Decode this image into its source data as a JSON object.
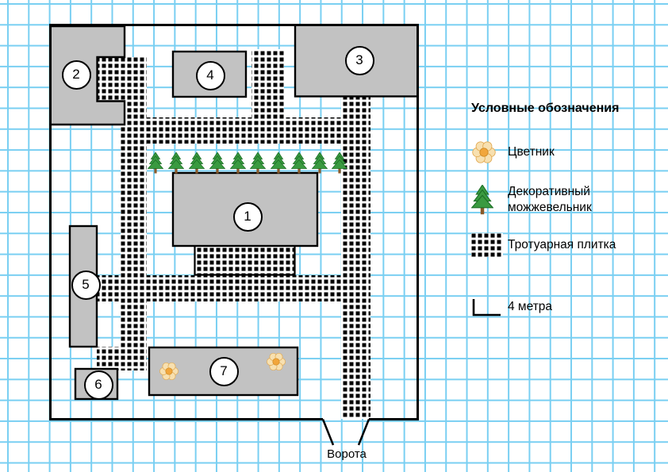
{
  "plan": {
    "buildings": [
      {
        "number": "1"
      },
      {
        "number": "2"
      },
      {
        "number": "3"
      },
      {
        "number": "4"
      },
      {
        "number": "5"
      },
      {
        "number": "6"
      },
      {
        "number": "7"
      }
    ],
    "gate_label": "Ворота",
    "juniper_count": 10,
    "flower_count": 2
  },
  "legend": {
    "title": "Условные обозначения",
    "items": [
      {
        "icon": "flower-icon",
        "label": "Цветник"
      },
      {
        "icon": "juniper-tree-icon",
        "label": "Декоративный можжевельник"
      },
      {
        "icon": "paving-tiles-icon",
        "label": "Тротуарная плитка"
      },
      {
        "icon": "scale-icon",
        "label": "4 метра"
      }
    ]
  },
  "colors": {
    "grid_line": "#79CFF2",
    "building_fill": "#C2C2C2",
    "outline": "#000000",
    "tile_black": "#000000",
    "tree_green": "#3A9A40",
    "tree_trunk": "#8A5A2A",
    "flower_petal": "#F7E0B0",
    "flower_center": "#F1A63C"
  }
}
